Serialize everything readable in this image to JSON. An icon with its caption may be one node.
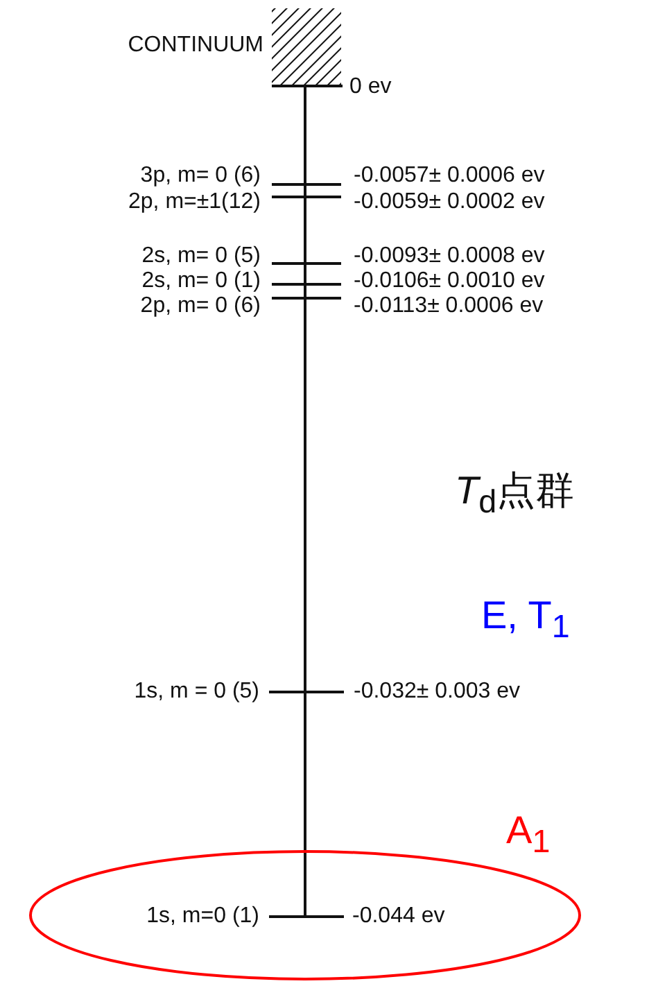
{
  "diagram": {
    "nodes": [
      {
        "text": [
          "1s, m=0  (1)",
          "-0.044 ev"
        ]
      }
    ],
    "edges": [],
    "labels": [
      "CONTINUUM",
      "0 ev",
      "3p, m= 0 (6)",
      "-0.0057± 0.0006 ev",
      "2p, m=±1(12)",
      "-0.0059± 0.0002 ev",
      "2s, m= 0 (5)",
      "-0.0093± 0.0008 ev",
      "2s, m= 0 (1)",
      "-0.0106± 0.0010 ev",
      "2p, m= 0 (6)",
      "-0.0113± 0.0006 ev",
      "*T*$_{d}$点群",
      "E, T$_{1}$",
      "1s, m = 0 (5)",
      "-0.032± 0.003 ev",
      "A$_{1}$"
    ]
  }
}
